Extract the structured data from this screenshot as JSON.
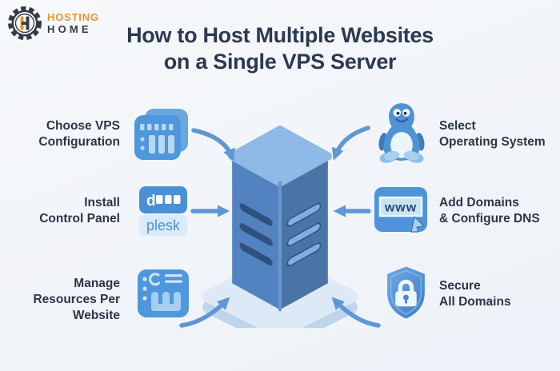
{
  "brand": {
    "line1": "HOSTING",
    "line2": "HOME",
    "logo_letter": "H",
    "accent_orange": "#F0922B",
    "dark": "#343A46"
  },
  "title": {
    "line1": "How to Host Multiple Websites",
    "line2": "on a Single VPS Server"
  },
  "colors": {
    "background": "#F1F4F9",
    "title_text": "#2C3950",
    "step_text": "#2B3648",
    "arrow_blue": "#5E97D5",
    "icon_blue": "#4F97DD",
    "icon_light_blue": "#B9DCF6",
    "server_left_face": "#5282BF",
    "server_right_face": "#4A73A6",
    "server_top_face": "#8FB9E6",
    "platform_top": "#DDE9F6"
  },
  "steps": {
    "left": [
      {
        "icon": "vps-config-icon",
        "label_lines": [
          "Choose VPS",
          "Configuration"
        ]
      },
      {
        "icon": "plesk-control-panel-icon",
        "label_lines": [
          "Install",
          "Control Panel"
        ],
        "mark_text": "d",
        "wordmark": "plesk"
      },
      {
        "icon": "resource-dashboard-icon",
        "label_lines": [
          "Manage",
          "Resources Per",
          "Website"
        ]
      }
    ],
    "right": [
      {
        "icon": "linux-tux-icon",
        "label_lines": [
          "Select",
          "Operating System"
        ]
      },
      {
        "icon": "www-domain-icon",
        "label_lines": [
          "Add Domains",
          "& Configure DNS"
        ],
        "browser_text": "www"
      },
      {
        "icon": "shield-lock-icon",
        "label_lines": [
          "Secure",
          "All Domains"
        ]
      }
    ]
  },
  "center": {
    "name": "vps-server-tower"
  }
}
